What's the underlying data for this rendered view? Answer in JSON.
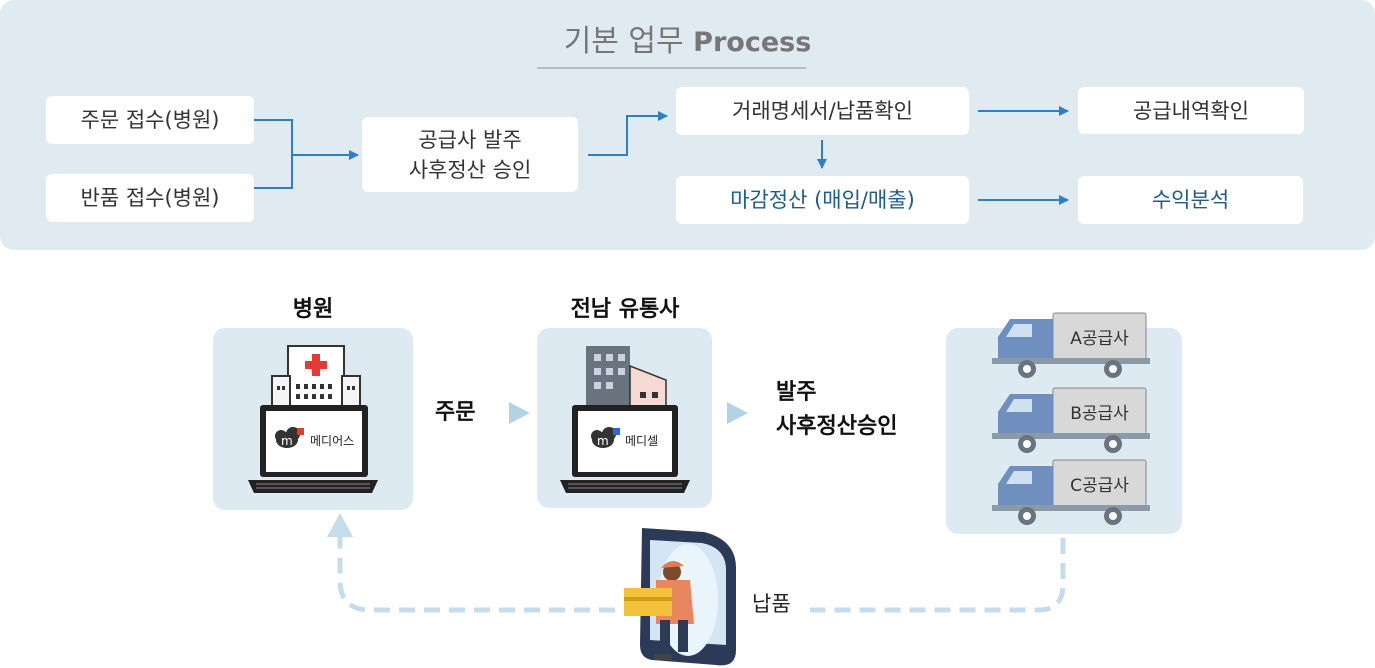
{
  "process": {
    "title_ko": "기본 업무",
    "title_en": "Process",
    "order_hospital": "주문 접수(병원)",
    "return_hospital": "반품 접수(병원)",
    "supplier_order": "공급사 발주",
    "post_settlement": "사후정산 승인",
    "statement_check": "거래명세서/납품확인",
    "closing_settlement": "마감정산 (매입/매출)",
    "supply_history": "공급내역확인",
    "profit_analysis": "수익분석"
  },
  "flow": {
    "hospital_label": "병원",
    "hospital_app": "메디어스",
    "order_label": "주문",
    "distributor_label": "전남 유통사",
    "distributor_app": "메디셀",
    "po_line1": "발주",
    "po_line2": "사후정산승인",
    "suppliers": [
      "A공급사",
      "B공급사",
      "C공급사"
    ],
    "delivery_label": "납품"
  },
  "colors": {
    "panel_bg": "#dfeaf1",
    "arrow_blue": "#2f7fc6",
    "dash_blue": "#c7dcea",
    "truck_blue": "#6f8fbf"
  }
}
